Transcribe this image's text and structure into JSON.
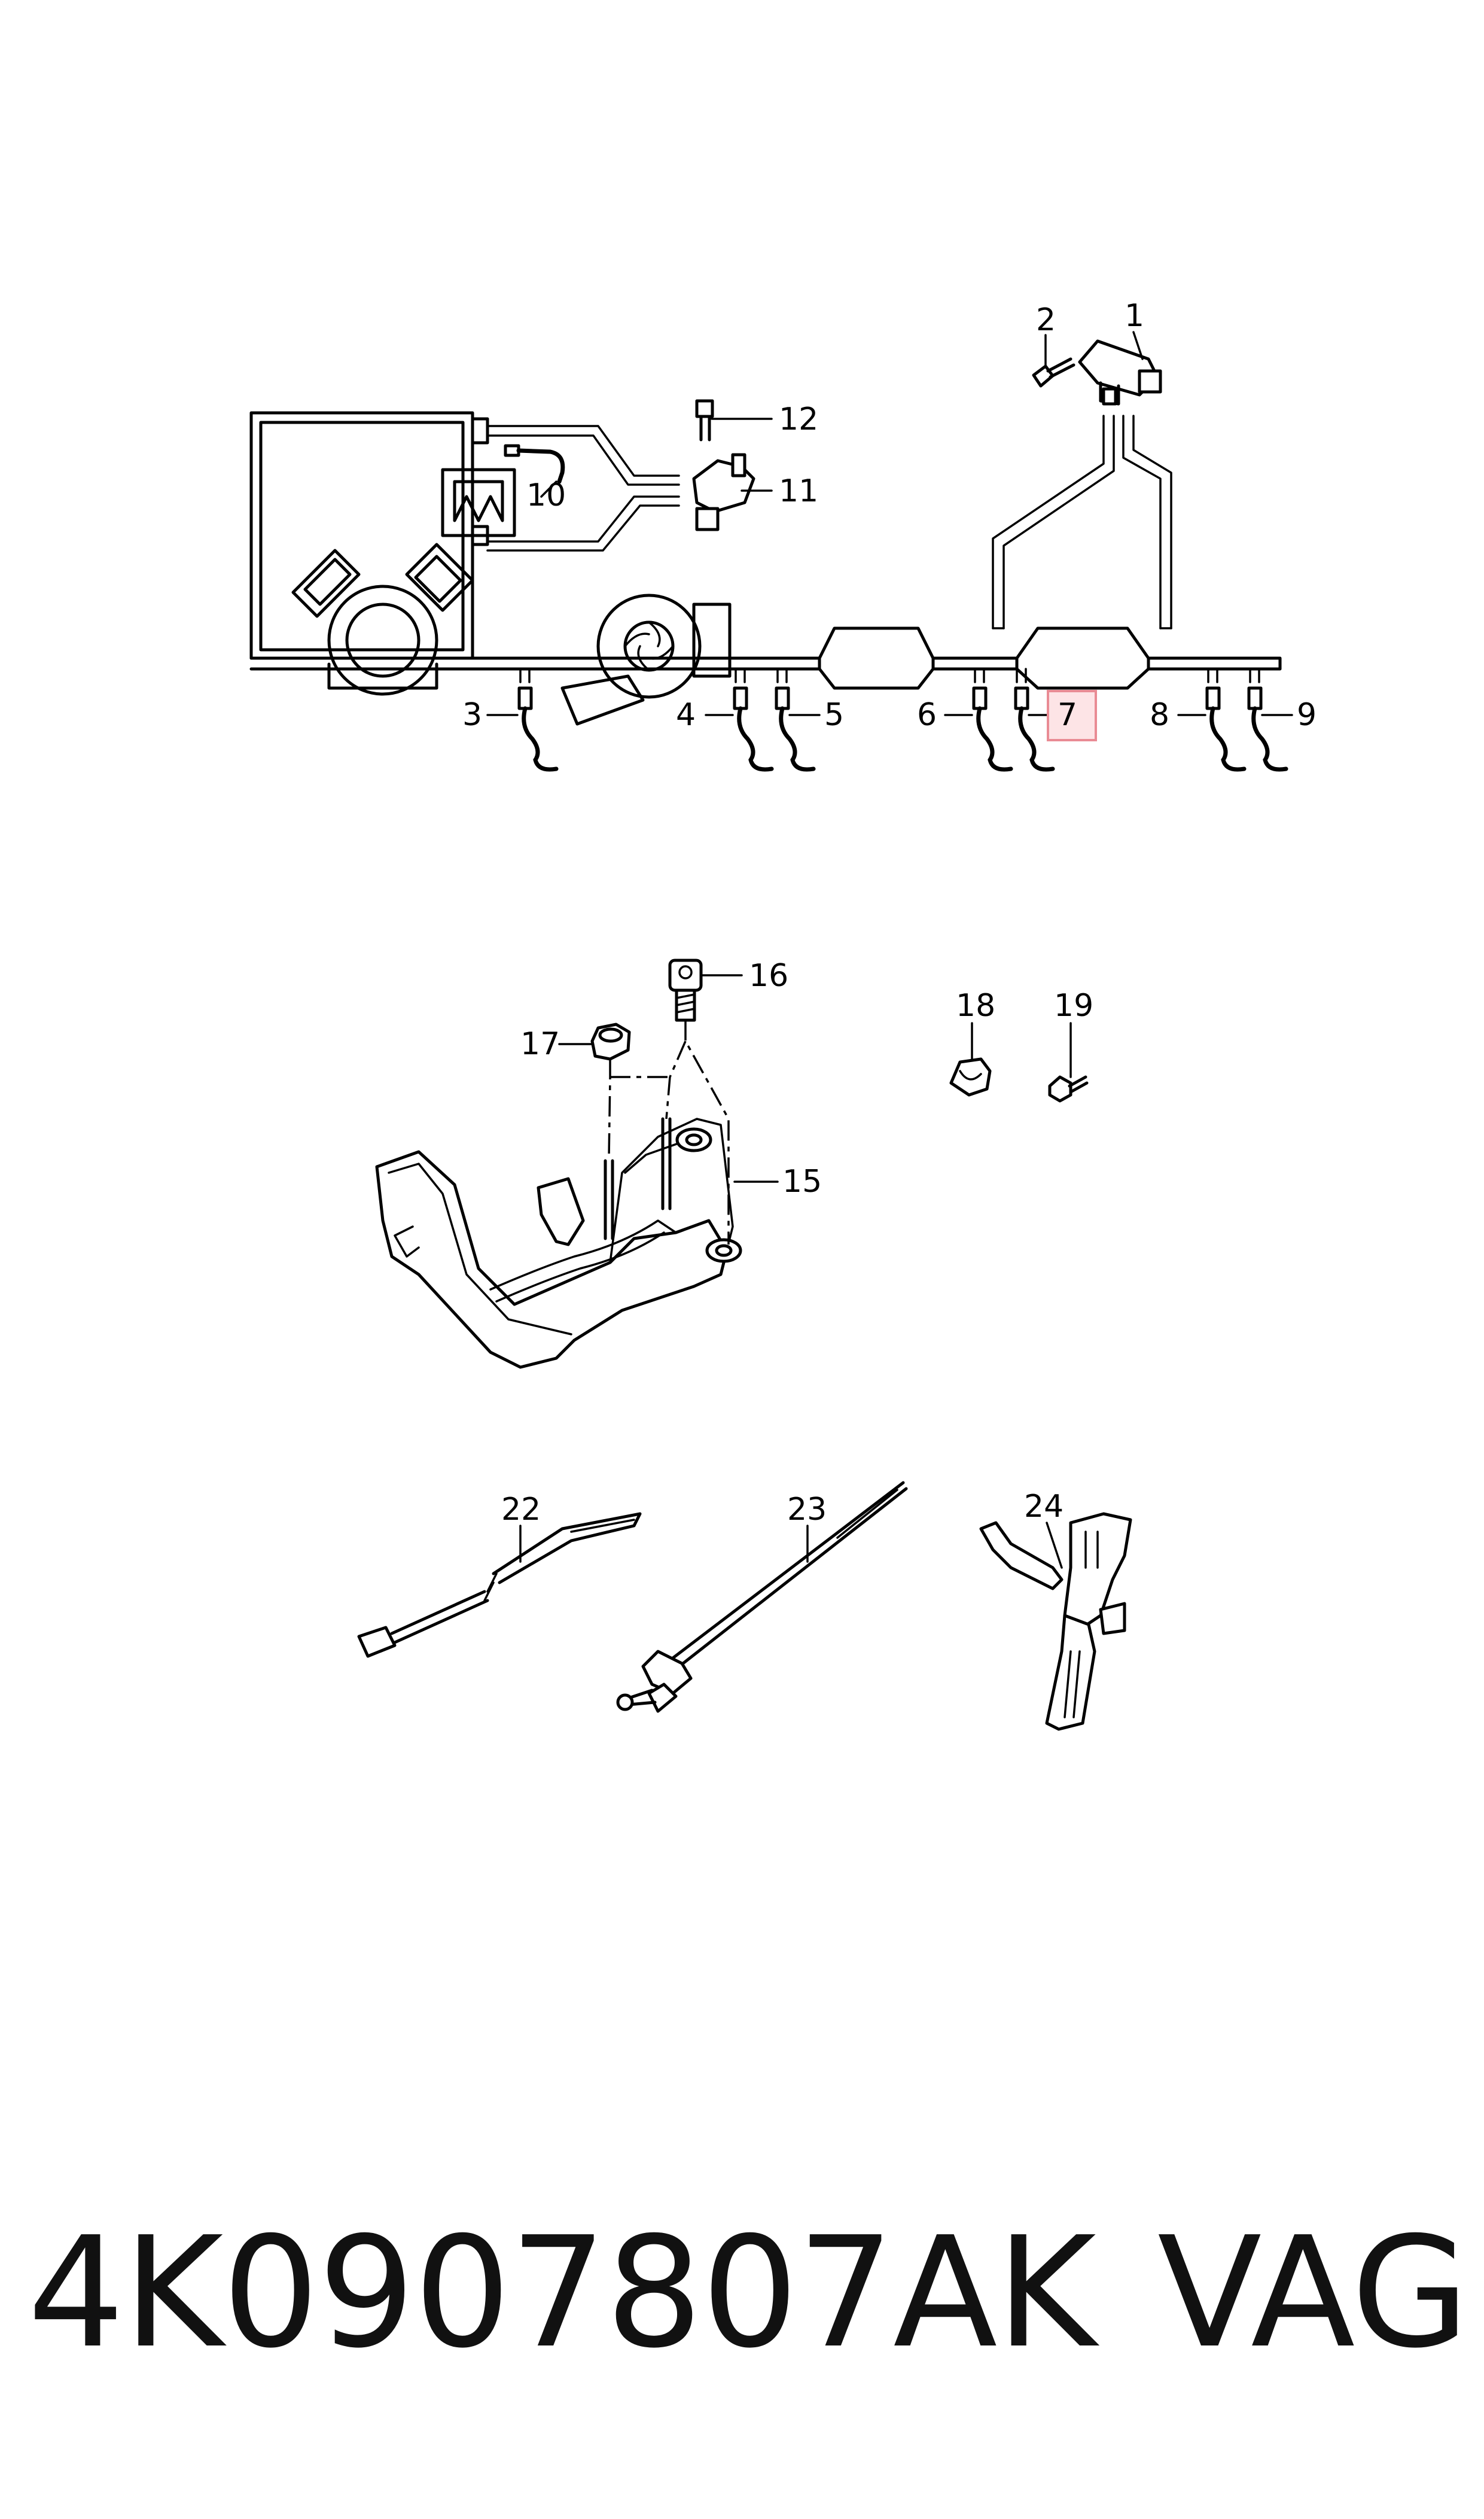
{
  "part_number": "4K0907807AK",
  "brand": "VAG",
  "highlight_color": "#fde4e6",
  "callouts": {
    "c1": "1",
    "c2": "2",
    "c3": "3",
    "c4": "4",
    "c5": "5",
    "c6": "6",
    "c7": "7",
    "c8": "8",
    "c9": "9",
    "c10": "10",
    "c11": "11",
    "c12": "12",
    "c15": "15",
    "c16": "16",
    "c17": "17",
    "c18": "18",
    "c19": "19",
    "c22": "22",
    "c23": "23",
    "c24": "24"
  },
  "highlighted_callout": "7"
}
